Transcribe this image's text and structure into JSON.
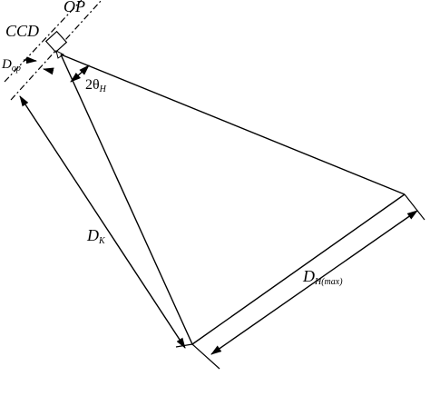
{
  "labels": {
    "ccd": "CCD",
    "op": "OP",
    "dop_main": "D",
    "dop_sub": "op",
    "angle_main": "2θ",
    "angle_sub": "H",
    "dk_main": "D",
    "dk_sub": "K",
    "dh_main": "D",
    "dh_sub": "H(max)"
  },
  "colors": {
    "stroke": "#000000",
    "background": "#ffffff"
  }
}
